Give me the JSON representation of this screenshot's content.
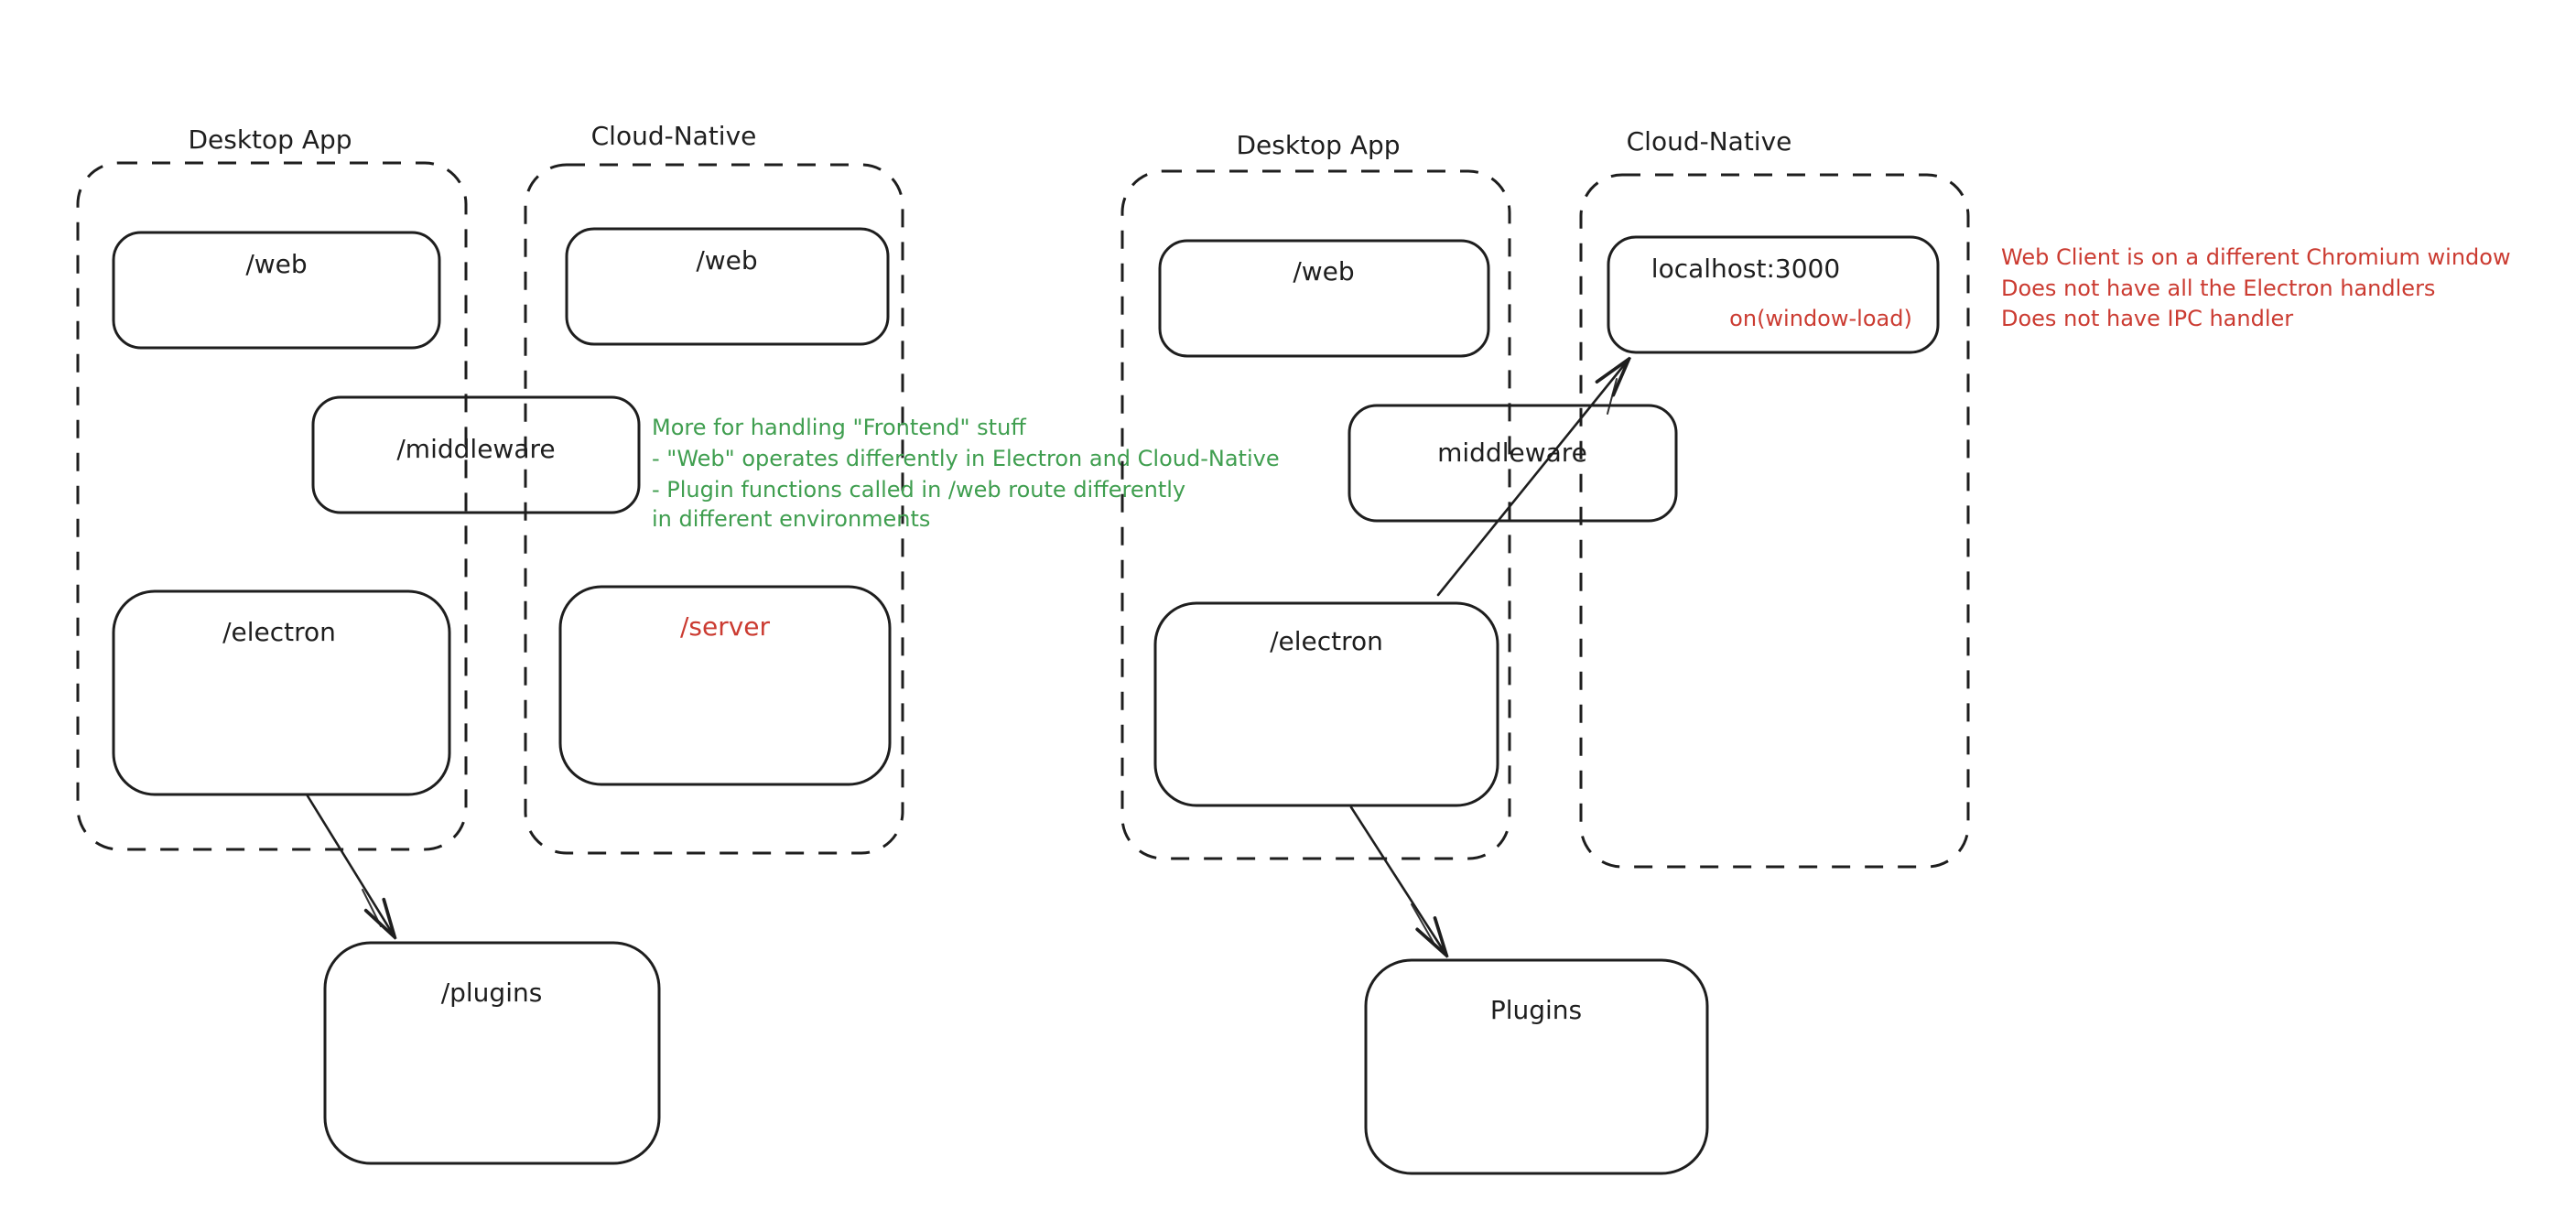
{
  "colors": {
    "stroke": "#1e1e1e",
    "green_note": "#3f9e4f",
    "red_note": "#cb3b31",
    "background": "#ffffff"
  },
  "left": {
    "desktop_title": "Desktop App",
    "cloud_title": "Cloud-Native",
    "web_desktop": "/web",
    "web_cloud": "/web",
    "middleware": "/middleware",
    "electron": "/electron",
    "server": "/server",
    "plugins": "/plugins",
    "note_lines": [
      "More for handling \"Frontend\" stuff",
      "- \"Web\" operates differently in Electron and Cloud-Native",
      "- Plugin functions called in /web route differently",
      "in different environments"
    ]
  },
  "right": {
    "desktop_title": "Desktop App",
    "cloud_title": "Cloud-Native",
    "web": "/web",
    "localhost": "localhost:3000",
    "window_load": "on(window-load)",
    "middleware": "middleware",
    "electron": "/electron",
    "plugins": "Plugins",
    "note_lines": [
      "Web Client is on a different Chromium window",
      "Does not have all the Electron handlers",
      "Does not have IPC handler"
    ]
  }
}
